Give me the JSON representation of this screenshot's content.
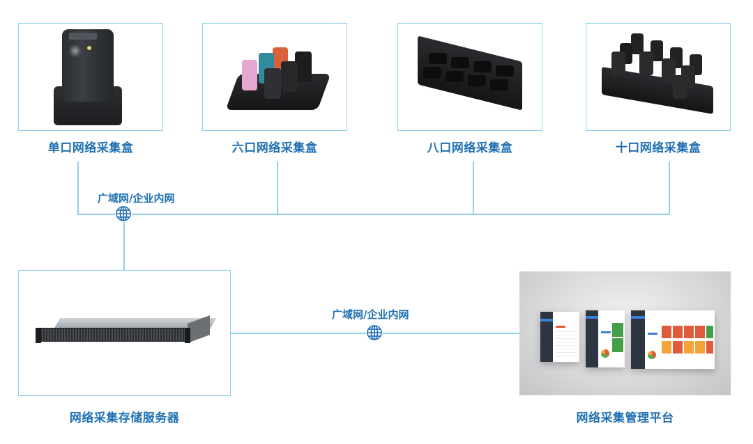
{
  "diagram": {
    "type": "network-topology",
    "accent_color": "#1f6fb2",
    "line_color": "#8fd0ea"
  },
  "top_devices": [
    {
      "id": "single",
      "label": "单口网络采集盒",
      "icon": "single-port-collector-image"
    },
    {
      "id": "six",
      "label": "六口网络采集盒",
      "icon": "six-port-collector-image"
    },
    {
      "id": "eight",
      "label": "八口网络采集盒",
      "icon": "eight-port-collector-image"
    },
    {
      "id": "ten",
      "label": "十口网络采集盒",
      "icon": "ten-port-collector-image"
    }
  ],
  "network_links": [
    {
      "label": "广域网/企业内网",
      "icon": "globe-icon"
    },
    {
      "label": "广域网/企业内网",
      "icon": "globe-icon"
    }
  ],
  "bottom_nodes": {
    "server": {
      "label": "网络采集存储服务器",
      "icon": "rack-server-image"
    },
    "platform": {
      "label": "网络采集管理平台",
      "icon": "management-dashboard-image"
    }
  },
  "edges": [
    {
      "from": "单口网络采集盒",
      "to": "广域网/企业内网"
    },
    {
      "from": "六口网络采集盒",
      "to": "广域网/企业内网"
    },
    {
      "from": "八口网络采集盒",
      "to": "广域网/企业内网"
    },
    {
      "from": "十口网络采集盒",
      "to": "广域网/企业内网"
    },
    {
      "from": "广域网/企业内网",
      "to": "网络采集存储服务器"
    },
    {
      "from": "网络采集存储服务器",
      "to": "网络采集管理平台",
      "via": "广域网/企业内网"
    }
  ]
}
